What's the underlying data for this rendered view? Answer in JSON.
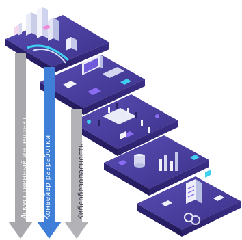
{
  "arrows": [
    {
      "key": "ai",
      "label": "Искусственный интеллект",
      "color": "#a9a9ad"
    },
    {
      "key": "dev",
      "label": "Конвейер разработки",
      "color": "#3f7fd8"
    },
    {
      "key": "sec",
      "label": "Кибербезопасность",
      "color": "#b3b3b7"
    }
  ],
  "colors": {
    "platform_top": "#4a3f9c",
    "platform_side": "#2a2166",
    "accent_purple": "#8c6cf2",
    "accent_cyan": "#3fd0f0",
    "building": "#e9ecf7"
  }
}
